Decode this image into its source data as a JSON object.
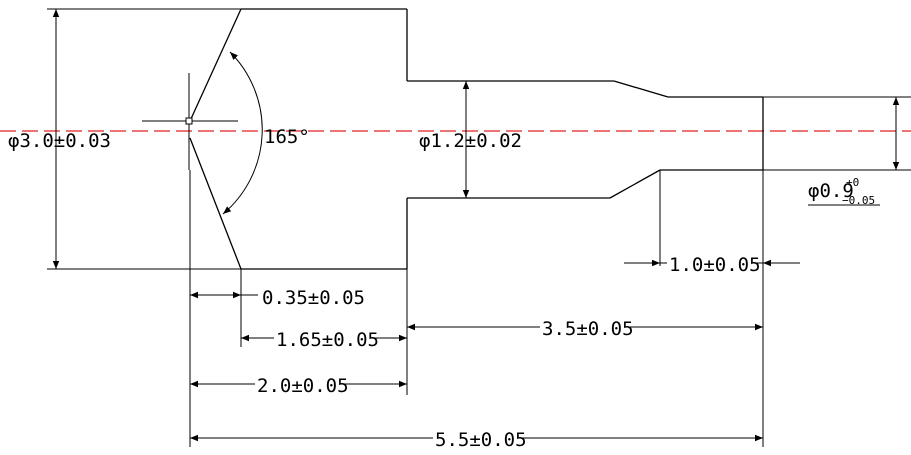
{
  "drawing": {
    "colors": {
      "outline": "#000000",
      "centerline": "#e02020",
      "background": "#ffffff"
    },
    "labels": {
      "dia_large": "φ3.0±0.03",
      "dia_mid": "φ1.2±0.02",
      "dia_small_base": "φ0.9",
      "dia_small_upper_tol": "+0",
      "dia_small_lower_tol": "−0.05",
      "angle": "165°",
      "len_035": "0.35±0.05",
      "len_165": "1.65±0.05",
      "len_20": "2.0±0.05",
      "len_35": "3.5±0.05",
      "len_55": "5.5±0.05",
      "len_10": "1.0±0.05"
    }
  }
}
